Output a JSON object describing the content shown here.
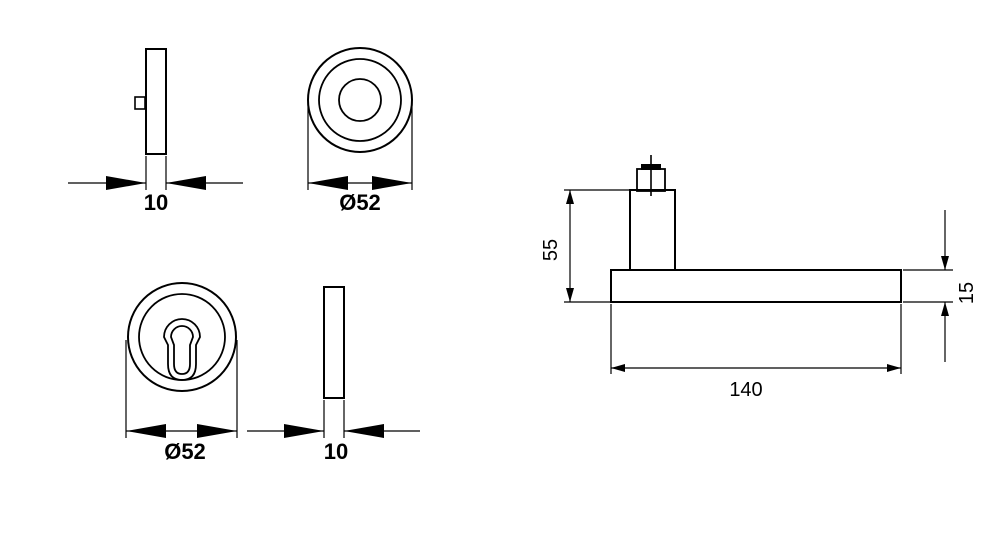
{
  "drawing": {
    "rose_side": {
      "thickness_label": "10"
    },
    "rose_front": {
      "diameter_label": "Ø52"
    },
    "escutcheon_front": {
      "diameter_label": "Ø52"
    },
    "escutcheon_side": {
      "thickness_label": "10"
    },
    "lever": {
      "height_label": "55",
      "length_label": "140",
      "thickness_label": "15"
    }
  },
  "colors": {
    "line": "#000000",
    "background": "#ffffff"
  }
}
